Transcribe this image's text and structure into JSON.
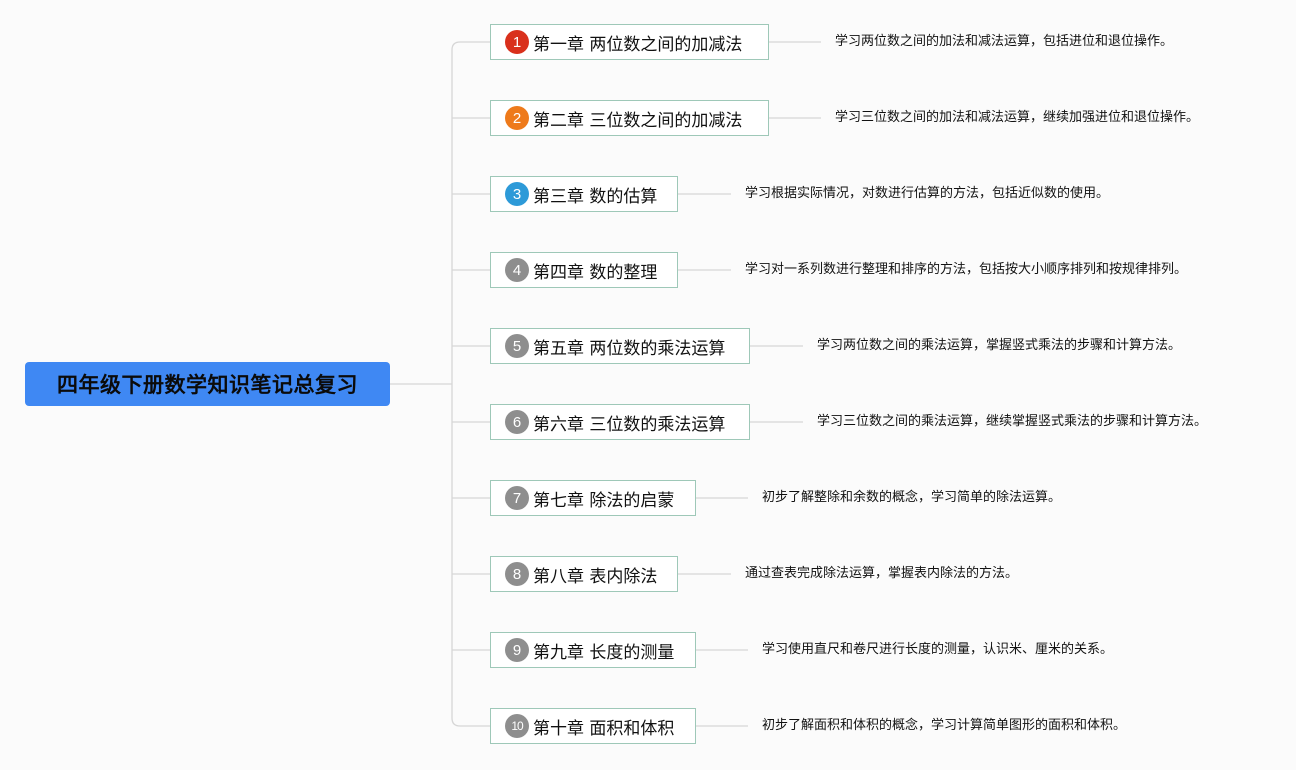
{
  "root": {
    "title": "四年级下册数学知识笔记总复习"
  },
  "colors": {
    "root_bg": "#3f88f3",
    "node_border": "#9ec8b8",
    "connector": "#d6d6d6",
    "badge_red": "#d9301c",
    "badge_orange": "#ee7a1b",
    "badge_blue": "#2d9ad8",
    "badge_gray": "#8e8e8e"
  },
  "chapters": [
    {
      "num": "1",
      "title": "第一章 两位数之间的加减法",
      "badge": "red",
      "desc": "学习两位数之间的加法和减法运算，包括进位和退位操作。"
    },
    {
      "num": "2",
      "title": "第二章 三位数之间的加减法",
      "badge": "orange",
      "desc": "学习三位数之间的加法和减法运算，继续加强进位和退位操作。"
    },
    {
      "num": "3",
      "title": "第三章 数的估算",
      "badge": "blue",
      "desc": "学习根据实际情况，对数进行估算的方法，包括近似数的使用。"
    },
    {
      "num": "4",
      "title": "第四章 数的整理",
      "badge": "gray",
      "desc": "学习对一系列数进行整理和排序的方法，包括按大小顺序排列和按规律排列。"
    },
    {
      "num": "5",
      "title": "第五章 两位数的乘法运算",
      "badge": "gray",
      "desc": "学习两位数之间的乘法运算，掌握竖式乘法的步骤和计算方法。"
    },
    {
      "num": "6",
      "title": "第六章 三位数的乘法运算",
      "badge": "gray",
      "desc": "学习三位数之间的乘法运算，继续掌握竖式乘法的步骤和计算方法。"
    },
    {
      "num": "7",
      "title": "第七章 除法的启蒙",
      "badge": "gray",
      "desc": "初步了解整除和余数的概念，学习简单的除法运算。"
    },
    {
      "num": "8",
      "title": "第八章 表内除法",
      "badge": "gray",
      "desc": "通过查表完成除法运算，掌握表内除法的方法。"
    },
    {
      "num": "9",
      "title": "第九章 长度的测量",
      "badge": "gray",
      "desc": "学习使用直尺和卷尺进行长度的测量，认识米、厘米的关系。"
    },
    {
      "num": "10",
      "title": "第十章 面积和体积",
      "badge": "gray",
      "desc": "初步了解面积和体积的概念，学习计算简单图形的面积和体积。"
    }
  ]
}
